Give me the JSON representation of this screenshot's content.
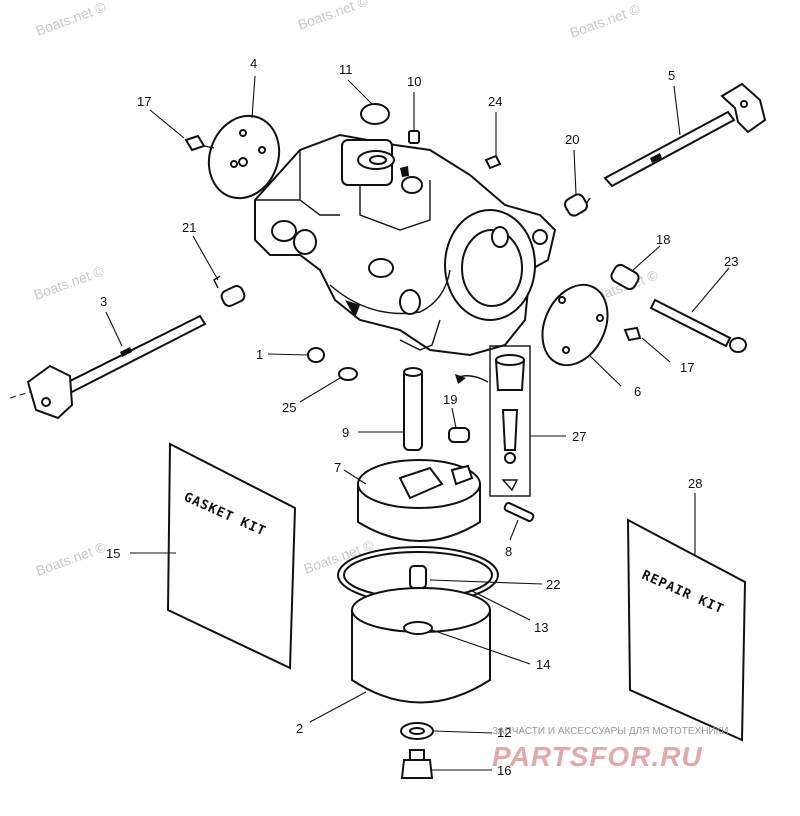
{
  "watermarks": [
    "Boats.net ©",
    "Boats.net ©",
    "Boats.net ©",
    "Boats.net ©",
    "Boats.net ©",
    "Boats.net ©"
  ],
  "kits": {
    "gasket": "GASKET KIT",
    "repair": "REPAIR KIT"
  },
  "callouts": {
    "c1": "1",
    "c2": "2",
    "c3": "3",
    "c4": "4",
    "c5": "5",
    "c6": "6",
    "c7": "7",
    "c8": "8",
    "c9": "9",
    "c10": "10",
    "c11": "11",
    "c12": "12",
    "c13": "13",
    "c14": "14",
    "c15": "15",
    "c16": "16",
    "c17a": "17",
    "c17b": "17",
    "c18": "18",
    "c19": "19",
    "c20": "20",
    "c21": "21",
    "c22": "22",
    "c23": "23",
    "c24": "24",
    "c25": "25",
    "c27": "27",
    "c28": "28"
  },
  "footer": {
    "tagline": "ЗАПЧАСТИ И АКСЕССУАРЫ ДЛЯ МОТОТЕХНИКИ",
    "logo": "PARTSFOR.RU"
  }
}
